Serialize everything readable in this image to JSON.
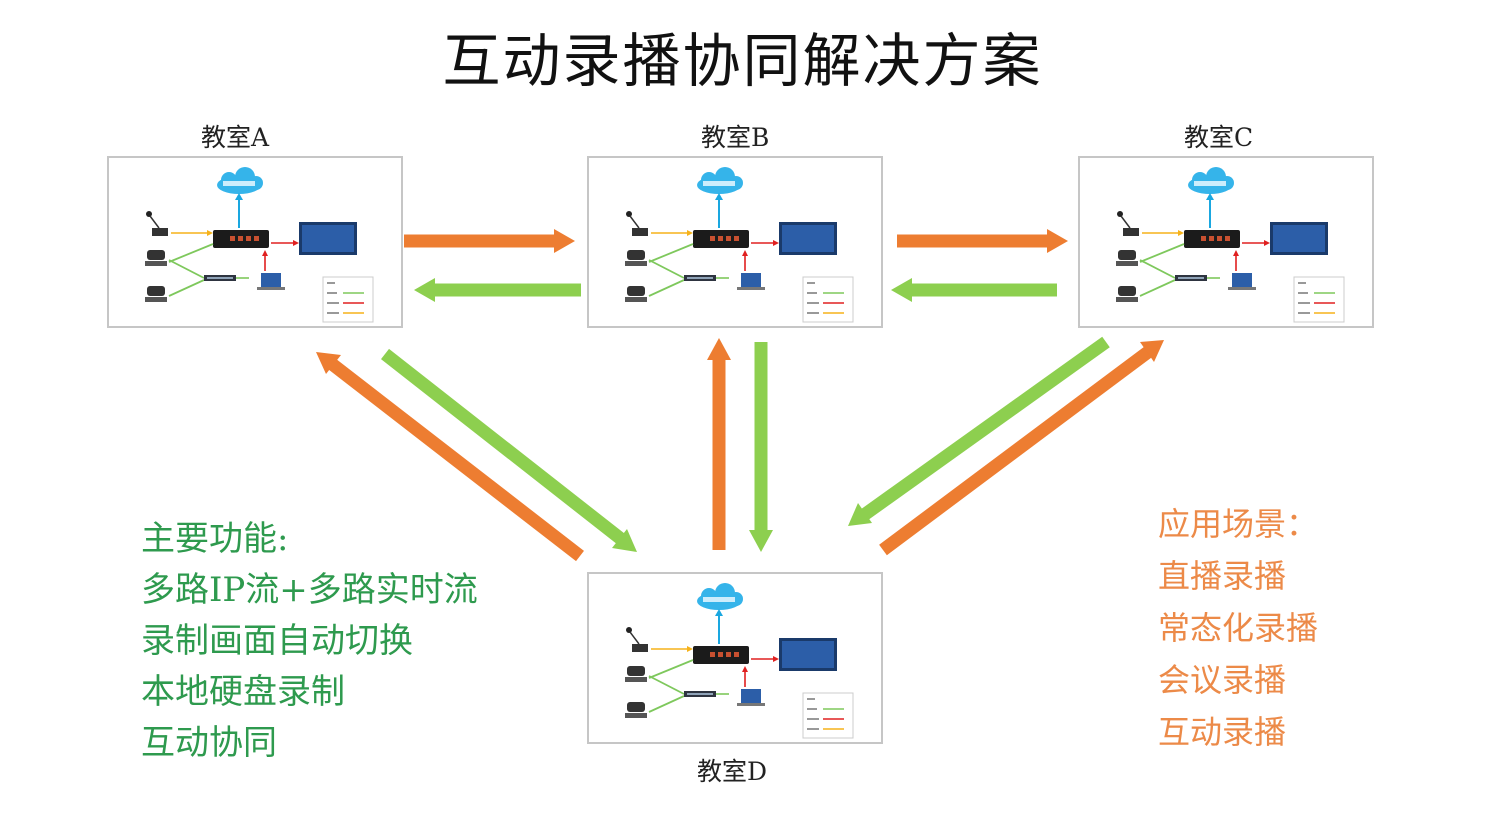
{
  "title": "互动录播协同解决方案",
  "rooms": {
    "a": "教室A",
    "b": "教室B",
    "c": "教室C",
    "d": "教室D"
  },
  "features": {
    "heading": "主要功能:",
    "items": [
      "多路IP流+多路实时流",
      "录制画面自动切换",
      "本地硬盘录制",
      "互动协同"
    ]
  },
  "scenes": {
    "heading": "应用场景：",
    "items": [
      "直播录播",
      "常态化录播",
      "会议录播",
      "互动录播"
    ]
  },
  "colors": {
    "orange": "#ed7d31",
    "green": "#8dcf4f",
    "feature_text": "#2e9a4e",
    "scene_text": "#ec8a48",
    "cloud": "#35b4ea"
  }
}
